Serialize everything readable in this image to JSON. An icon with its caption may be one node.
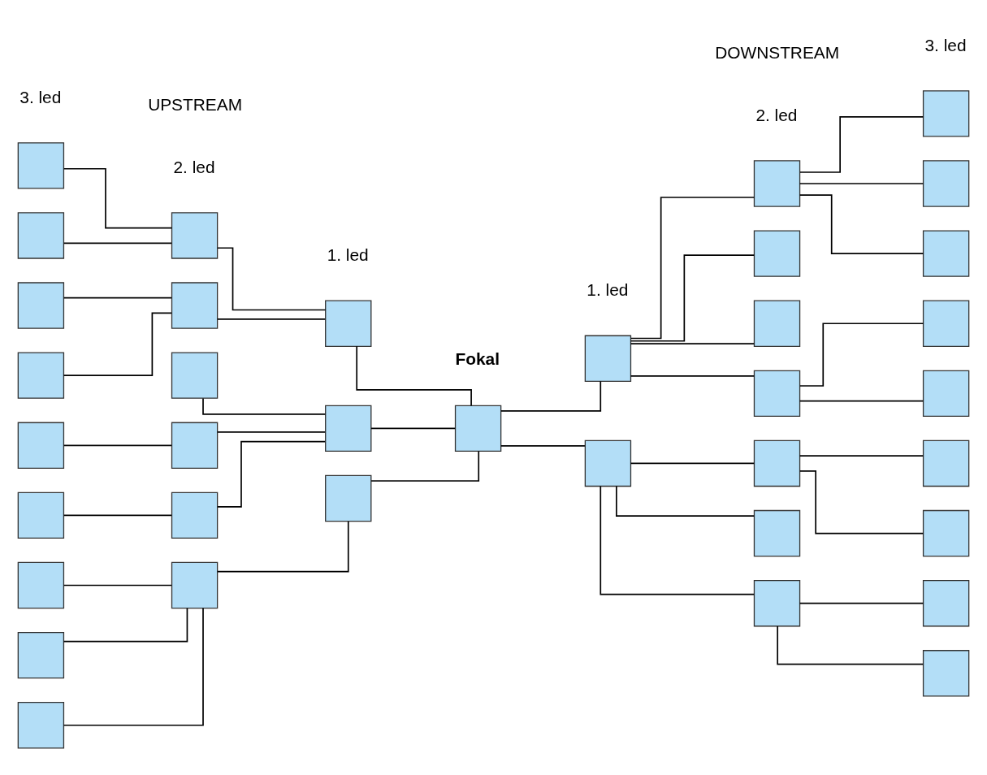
{
  "diagram": {
    "nodes": [
      {
        "text": [],
        "shape": "box"
      },
      {
        "text": [],
        "shape": "box"
      },
      {
        "text": [],
        "shape": "box"
      },
      {
        "text": [],
        "shape": "box"
      },
      {
        "text": [],
        "shape": "box"
      },
      {
        "text": [],
        "shape": "box"
      },
      {
        "text": [],
        "shape": "box"
      },
      {
        "text": [],
        "shape": "box"
      },
      {
        "text": [],
        "shape": "box"
      },
      {
        "text": [],
        "shape": "box"
      },
      {
        "text": [],
        "shape": "box"
      },
      {
        "text": [],
        "shape": "box"
      },
      {
        "text": [],
        "shape": "box"
      },
      {
        "text": [],
        "shape": "box"
      },
      {
        "text": [],
        "shape": "box"
      },
      {
        "text": [],
        "shape": "box"
      },
      {
        "text": [],
        "shape": "box"
      },
      {
        "text": [],
        "shape": "box"
      },
      {
        "text": [],
        "shape": "box"
      },
      {
        "text": [],
        "shape": "box"
      },
      {
        "text": [],
        "shape": "box"
      },
      {
        "text": [],
        "shape": "box"
      },
      {
        "text": [],
        "shape": "box"
      },
      {
        "text": [],
        "shape": "box"
      },
      {
        "text": [],
        "shape": "box"
      },
      {
        "text": [],
        "shape": "box"
      },
      {
        "text": [],
        "shape": "box"
      },
      {
        "text": [],
        "shape": "box"
      },
      {
        "text": [],
        "shape": "box"
      },
      {
        "text": [],
        "shape": "box"
      },
      {
        "text": [],
        "shape": "box"
      },
      {
        "text": [],
        "shape": "box"
      },
      {
        "text": [],
        "shape": "box"
      },
      {
        "text": [],
        "shape": "box"
      },
      {
        "text": [],
        "shape": "box"
      },
      {
        "text": [],
        "shape": "box"
      },
      {
        "text": [],
        "shape": "box"
      }
    ],
    "edges": [
      {
        "from": 0,
        "to": 9,
        "arrow": "none"
      },
      {
        "from": 1,
        "to": 9,
        "arrow": "none"
      },
      {
        "from": 2,
        "to": 10,
        "arrow": "none"
      },
      {
        "from": 3,
        "to": 10,
        "arrow": "none"
      },
      {
        "from": 4,
        "to": 12,
        "arrow": "none"
      },
      {
        "from": 5,
        "to": 13,
        "arrow": "none"
      },
      {
        "from": 6,
        "to": 14,
        "arrow": "none"
      },
      {
        "from": 7,
        "to": 14,
        "arrow": "none"
      },
      {
        "from": 8,
        "to": 14,
        "arrow": "none"
      },
      {
        "from": 9,
        "to": 15,
        "arrow": "none"
      },
      {
        "from": 10,
        "to": 15,
        "arrow": "none"
      },
      {
        "from": 11,
        "to": 16,
        "arrow": "none"
      },
      {
        "from": 12,
        "to": 16,
        "arrow": "none"
      },
      {
        "from": 13,
        "to": 16,
        "arrow": "none"
      },
      {
        "from": 14,
        "to": 17,
        "arrow": "none"
      },
      {
        "from": 15,
        "to": 18,
        "arrow": "none"
      },
      {
        "from": 16,
        "to": 18,
        "arrow": "none"
      },
      {
        "from": 17,
        "to": 18,
        "arrow": "none"
      },
      {
        "from": 18,
        "to": 19,
        "arrow": "none"
      },
      {
        "from": 18,
        "to": 20,
        "arrow": "none"
      },
      {
        "from": 19,
        "to": 21,
        "arrow": "none"
      },
      {
        "from": 19,
        "to": 22,
        "arrow": "none"
      },
      {
        "from": 19,
        "to": 23,
        "arrow": "none"
      },
      {
        "from": 19,
        "to": 24,
        "arrow": "none"
      },
      {
        "from": 20,
        "to": 25,
        "arrow": "none"
      },
      {
        "from": 20,
        "to": 26,
        "arrow": "none"
      },
      {
        "from": 20,
        "to": 27,
        "arrow": "none"
      },
      {
        "from": 21,
        "to": 28,
        "arrow": "none"
      },
      {
        "from": 21,
        "to": 29,
        "arrow": "none"
      },
      {
        "from": 21,
        "to": 30,
        "arrow": "none"
      },
      {
        "from": 24,
        "to": 31,
        "arrow": "none"
      },
      {
        "from": 24,
        "to": 32,
        "arrow": "none"
      },
      {
        "from": 25,
        "to": 33,
        "arrow": "none"
      },
      {
        "from": 25,
        "to": 34,
        "arrow": "none"
      },
      {
        "from": 27,
        "to": 35,
        "arrow": "none"
      },
      {
        "from": 27,
        "to": 36,
        "arrow": "none"
      }
    ],
    "labels": [
      "UPSTREAM",
      "DOWNSTREAM",
      "3. led",
      "2. led",
      "1. led",
      "Fokal",
      "1. led",
      "2. led",
      "3. led"
    ]
  }
}
